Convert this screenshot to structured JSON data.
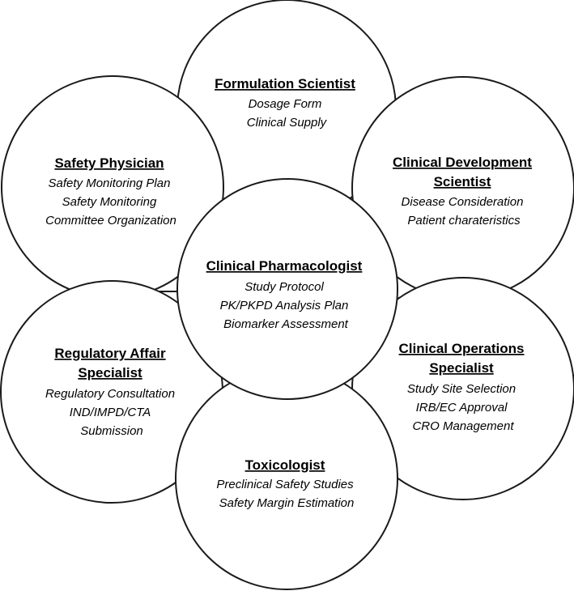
{
  "roles": [
    {
      "id": "formulation",
      "title_lines": [
        "Formulation Scientist"
      ],
      "lines": [
        "Dosage Form",
        "Clinical Supply"
      ]
    },
    {
      "id": "safety",
      "title_lines": [
        "Safety Physician"
      ],
      "lines": [
        "Safety Monitoring Plan",
        "Safety Monitoring",
        "Committee Organization"
      ]
    },
    {
      "id": "clinical-dev",
      "title_lines": [
        "Clinical Development",
        "Scientist"
      ],
      "lines": [
        "Disease Consideration",
        "Patient charateristics"
      ]
    },
    {
      "id": "pharmacologist",
      "title_lines": [
        "Clinical Pharmacologist"
      ],
      "lines": [
        "Study Protocol",
        "PK/PKPD Analysis Plan",
        "Biomarker Assessment"
      ]
    },
    {
      "id": "regulatory",
      "title_lines": [
        "Regulatory Affair",
        "Specialist"
      ],
      "lines": [
        "Regulatory Consultation",
        "IND/IMPD/CTA",
        "Submission"
      ]
    },
    {
      "id": "clinical-ops",
      "title_lines": [
        "Clinical Operations",
        "Specialist"
      ],
      "lines": [
        "Study Site Selection",
        "IRB/EC Approval",
        "CRO Management"
      ]
    },
    {
      "id": "toxicologist",
      "title_lines": [
        "Toxicologist"
      ],
      "lines": [
        "Preclinical Safety Studies",
        "Safety Margin Estimation"
      ]
    }
  ]
}
